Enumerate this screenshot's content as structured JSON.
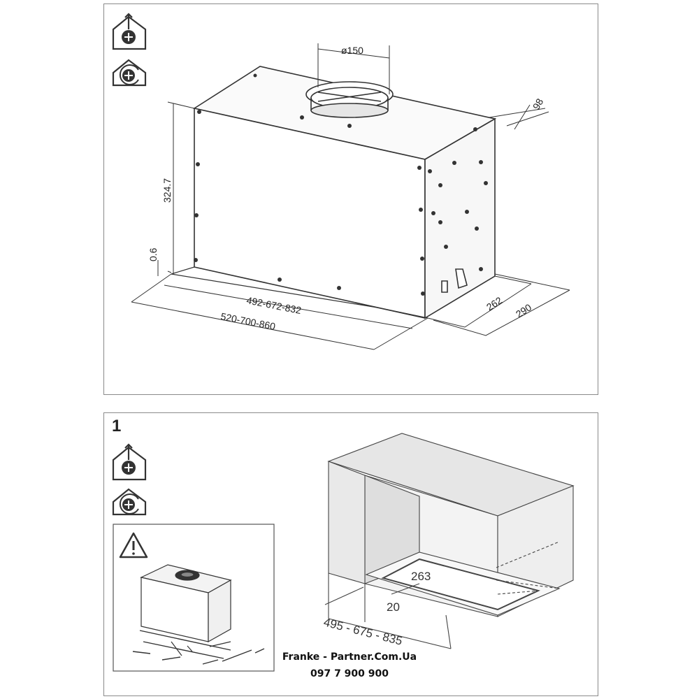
{
  "top_panel": {
    "dimensions": {
      "duct_diameter": "ø150",
      "duct_offset": "98",
      "height": "324.7",
      "gap": "0.6",
      "inner_width": "492-672-832",
      "outer_width": "520-700-860",
      "inner_depth": "262",
      "outer_depth": "290"
    }
  },
  "bottom_panel": {
    "step_number": "1",
    "dimensions": {
      "cutout_depth": "263",
      "front_offset": "20",
      "cutout_width": "495 - 675 - 835"
    }
  },
  "footer": {
    "site": "Franke - Partner.Com.Ua",
    "phone": "097 7 900 900"
  },
  "icons": [
    "ducted-mode-icon",
    "recirculation-mode-icon",
    "warning-icon"
  ]
}
